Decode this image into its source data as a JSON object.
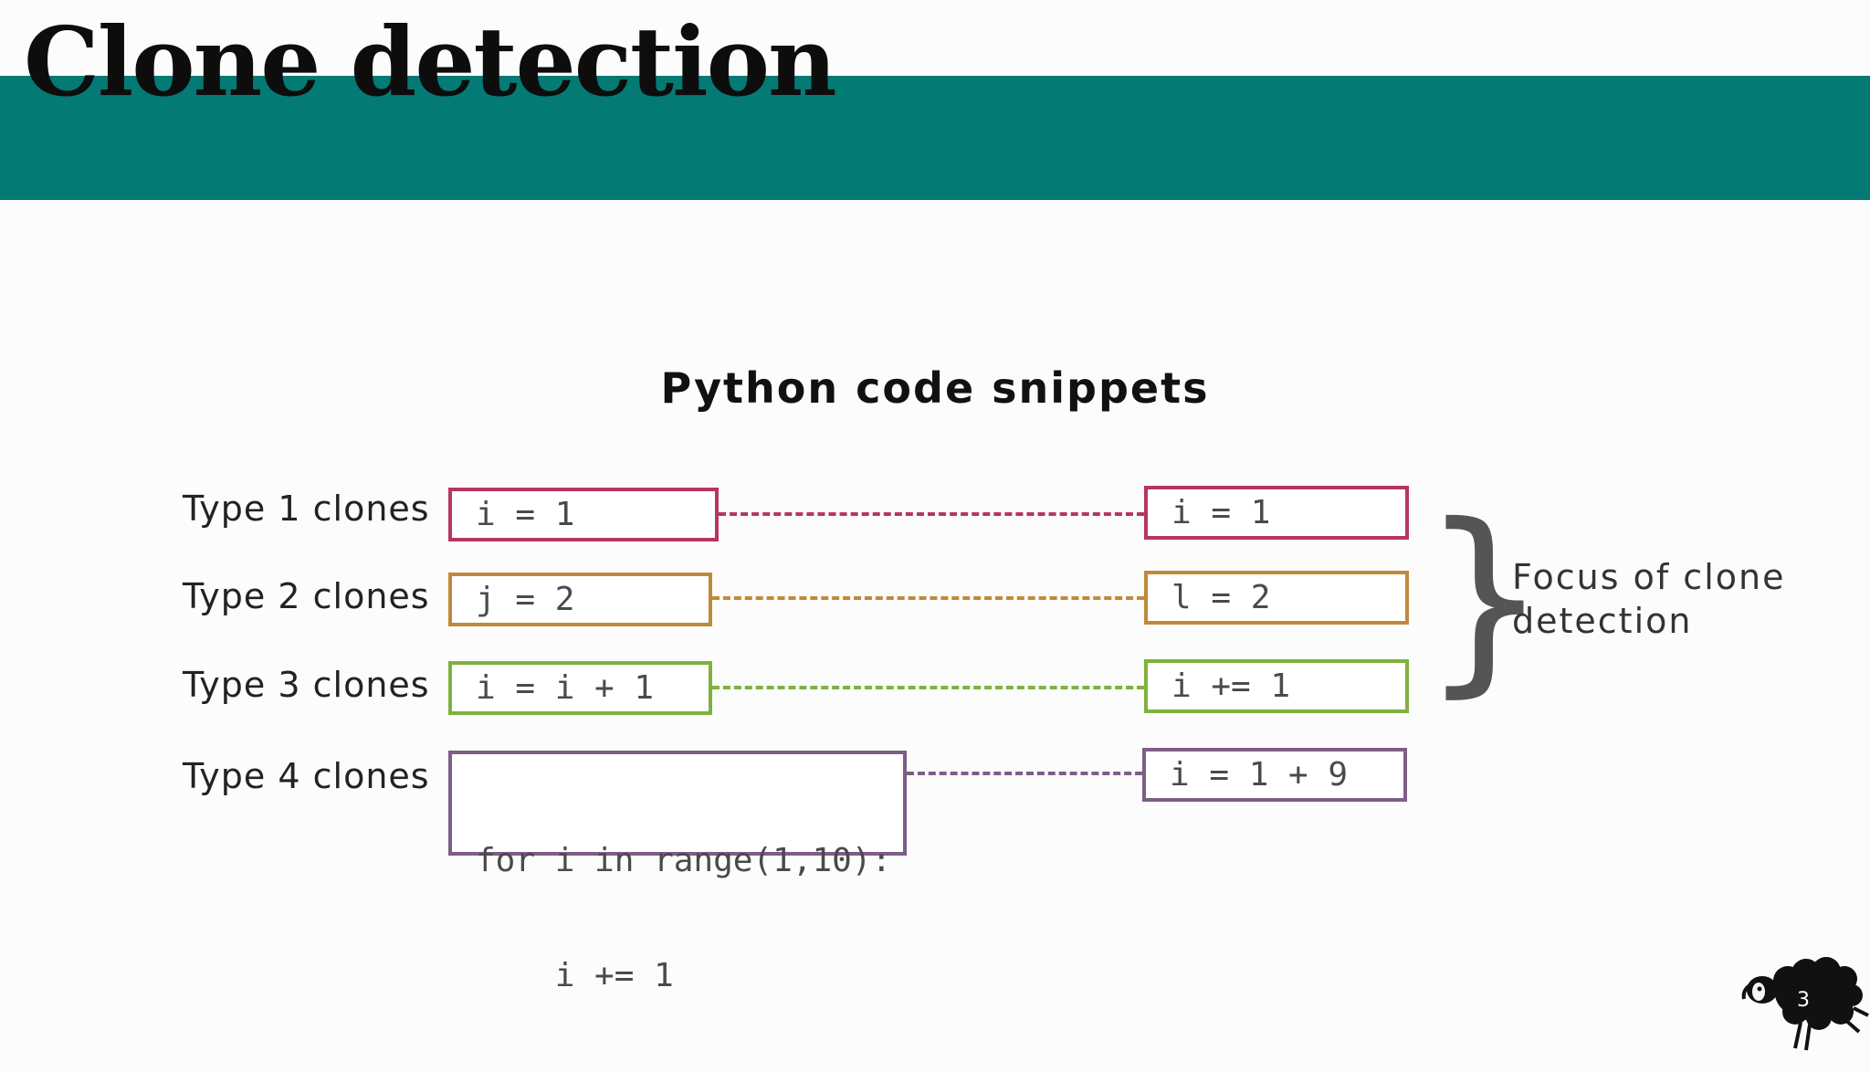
{
  "slide": {
    "title": "Clone detection",
    "subtitle": "Python code snippets",
    "band_color": "#047a75",
    "page_number": "3"
  },
  "clone_rows": [
    {
      "label": "Type 1 clones",
      "color": "#b5375e",
      "left_code": [
        "i = 1"
      ],
      "right_code": [
        "i = 1"
      ]
    },
    {
      "label": "Type 2 clones",
      "color": "#c0893a",
      "left_code": [
        "j = 2"
      ],
      "right_code": [
        "l = 2"
      ]
    },
    {
      "label": "Type 3 clones",
      "color": "#7fb13d",
      "left_code": [
        "i = i + 1"
      ],
      "right_code": [
        "i += 1"
      ]
    },
    {
      "label": "Type 4 clones",
      "color": "#7d5e87",
      "left_code": [
        "for i in range(1,10):",
        "    i += 1"
      ],
      "right_code": [
        "i = 1 + 9"
      ]
    }
  ],
  "focus_note": {
    "lines": [
      "Focus of clone",
      "detection"
    ],
    "icon": "right-curly-brace-icon"
  },
  "mascot": {
    "icon": "black-sheep-icon"
  }
}
